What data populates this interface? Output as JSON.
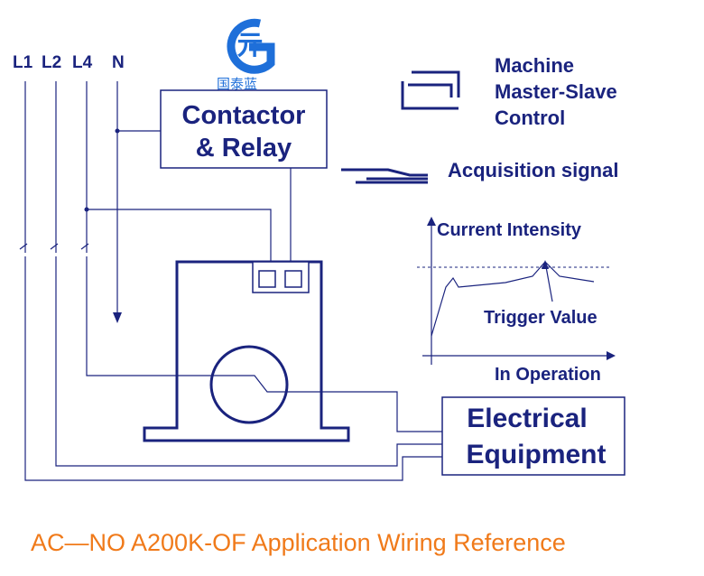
{
  "lines": {
    "l1": "L1",
    "l2": "L2",
    "l4": "L4",
    "n": "N"
  },
  "logo": {
    "text": "国泰蓝",
    "color": "#1e6fd9"
  },
  "contactor": {
    "line1": "Contactor",
    "line2": "& Relay"
  },
  "legend": {
    "machine_line1": "Machine",
    "machine_line2": "Master-Slave",
    "machine_line3": "Control",
    "acquisition": "Acquisition signal"
  },
  "graph": {
    "title": "Current Intensity",
    "trigger": "Trigger Value",
    "xlabel": "In Operation"
  },
  "equipment": {
    "line1": "Electrical",
    "line2": "Equipment"
  },
  "caption": {
    "text": "AC—NO A200K-OF Application Wiring Reference",
    "color": "#f07a1a"
  },
  "colors": {
    "ink": "#1a237e",
    "accent": "#f07a1a"
  }
}
